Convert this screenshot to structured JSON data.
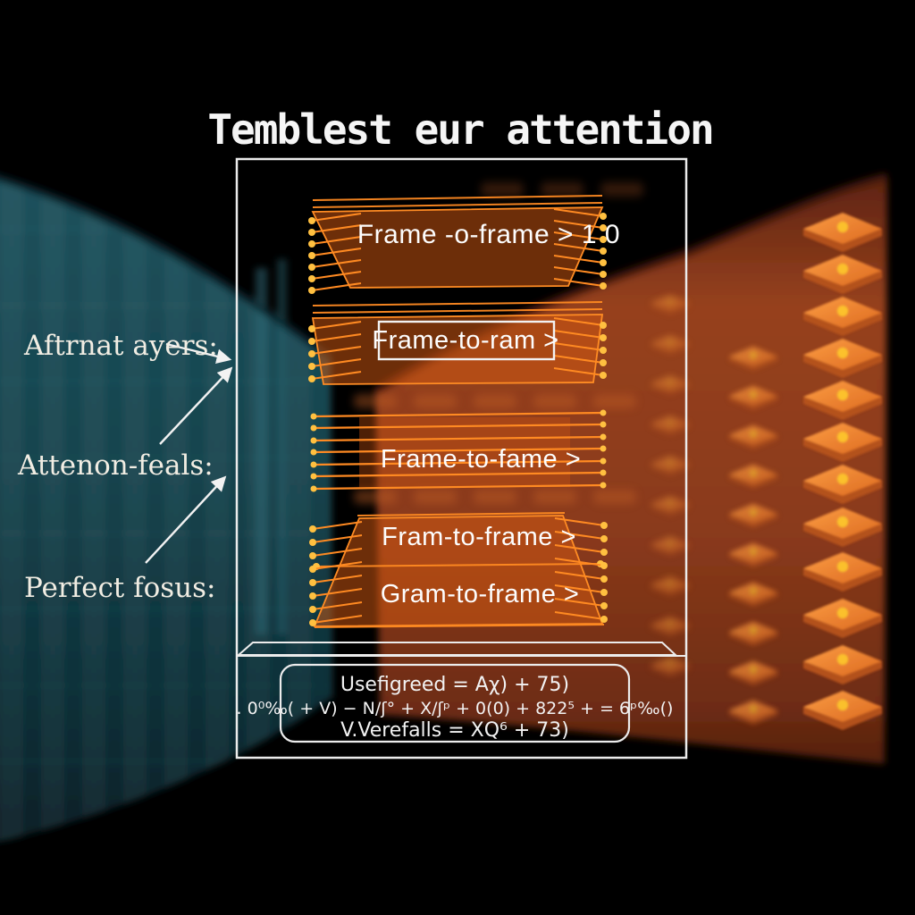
{
  "title": "Temblest eur attention",
  "left_labels": [
    "Aftrnat ayers:",
    "Attenon-feals:",
    "Perfect fosus:"
  ],
  "stacks": [
    {
      "label": "Frame -o-frame > 1 0"
    },
    {
      "label": "Frame-to-ram >"
    },
    {
      "label": "Frame-to-fame >"
    },
    {
      "label": "Fram-to-frame >"
    },
    {
      "label": "Gram-to-frame >"
    }
  ],
  "formula": {
    "line1": "Usefigreed = Aχ) + 75)",
    "line2": ". 0⁰‰( + V) − N/ʃ° + X/ʃᵖ + 0(0) + 822⁵ + = 6ᵖ‰()",
    "line3": "V.Verefalls = XQ⁶ + 73)"
  },
  "colors": {
    "background": "#000000",
    "teal_wall": "#16434d",
    "rust_wall": "#8a3a1b",
    "layer_orange": "#ff8a22",
    "chip_glow": "#ffc62e",
    "text": "#f5f5f5"
  }
}
